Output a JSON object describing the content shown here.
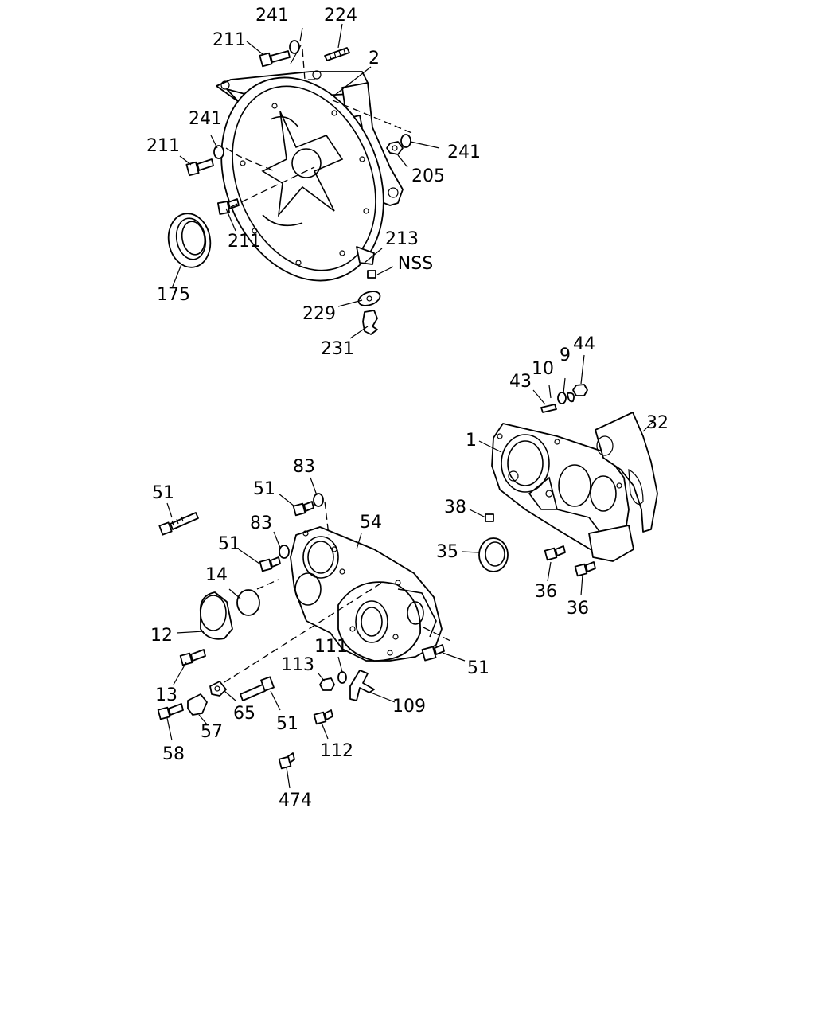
{
  "callouts": [
    {
      "id": "c-241-top",
      "text": "241"
    },
    {
      "id": "c-224",
      "text": "224"
    },
    {
      "id": "c-211-top",
      "text": "211"
    },
    {
      "id": "c-2",
      "text": "2"
    },
    {
      "id": "c-241-left",
      "text": "241"
    },
    {
      "id": "c-211-left",
      "text": "211"
    },
    {
      "id": "c-241-right",
      "text": "241"
    },
    {
      "id": "c-205",
      "text": "205"
    },
    {
      "id": "c-211-bottom",
      "text": "211"
    },
    {
      "id": "c-213",
      "text": "213"
    },
    {
      "id": "c-nss",
      "text": "NSS"
    },
    {
      "id": "c-175",
      "text": "175"
    },
    {
      "id": "c-229",
      "text": "229"
    },
    {
      "id": "c-231",
      "text": "231"
    },
    {
      "id": "c-44",
      "text": "44"
    },
    {
      "id": "c-10",
      "text": "10"
    },
    {
      "id": "c-9",
      "text": "9"
    },
    {
      "id": "c-43",
      "text": "43"
    },
    {
      "id": "c-32",
      "text": "32"
    },
    {
      "id": "c-1",
      "text": "1"
    },
    {
      "id": "c-83-top",
      "text": "83"
    },
    {
      "id": "c-51-top",
      "text": "51"
    },
    {
      "id": "c-51-left",
      "text": "51"
    },
    {
      "id": "c-38",
      "text": "38"
    },
    {
      "id": "c-83-mid",
      "text": "83"
    },
    {
      "id": "c-54",
      "text": "54"
    },
    {
      "id": "c-51-mid",
      "text": "51"
    },
    {
      "id": "c-35",
      "text": "35"
    },
    {
      "id": "c-14",
      "text": "14"
    },
    {
      "id": "c-36-a",
      "text": "36"
    },
    {
      "id": "c-36-b",
      "text": "36"
    },
    {
      "id": "c-12",
      "text": "12"
    },
    {
      "id": "c-111",
      "text": "111"
    },
    {
      "id": "c-113",
      "text": "113"
    },
    {
      "id": "c-51-right",
      "text": "51"
    },
    {
      "id": "c-13",
      "text": "13"
    },
    {
      "id": "c-65",
      "text": "65"
    },
    {
      "id": "c-109",
      "text": "109"
    },
    {
      "id": "c-51-bottom",
      "text": "51"
    },
    {
      "id": "c-57",
      "text": "57"
    },
    {
      "id": "c-112",
      "text": "112"
    },
    {
      "id": "c-58",
      "text": "58"
    },
    {
      "id": "c-474",
      "text": "474"
    }
  ]
}
